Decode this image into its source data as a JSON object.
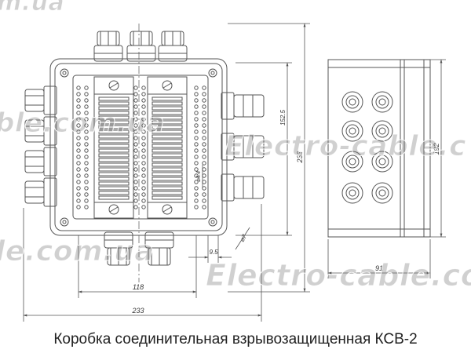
{
  "caption": "Коробка соединительная взрывозащищенная КСВ-2",
  "watermarks": {
    "top_left": "m.ua",
    "left_upper": "ble.com.ua",
    "right_upper": "Electro-cable.c",
    "left_lower": "le.com.ua",
    "right_lower": "Electro-cable.co"
  },
  "dimensions": {
    "overall_width": "233",
    "mounting_width": "118",
    "gland_pitch": "9.5",
    "hole_diameter": "⌀7",
    "front_height": "233",
    "front_mounting_height": "152.5",
    "terminal_size": "⌀4.4",
    "side_depth": "91",
    "side_height": "192"
  },
  "colors": {
    "line": "#555555",
    "watermark": "#808080"
  }
}
